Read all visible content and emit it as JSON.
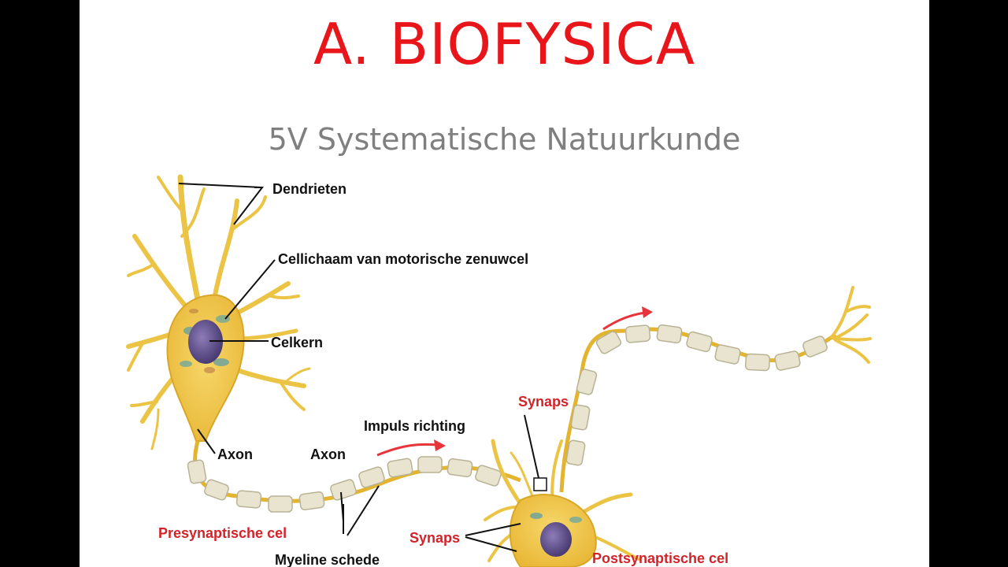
{
  "slide": {
    "title": "A. BIOFYSICA",
    "subtitle": "5V Systematische Natuurkunde"
  },
  "labels": {
    "dendrites": "Dendrieten",
    "cell_body": "Cellichaam van motorische zenuwcel",
    "nucleus": "Celkern",
    "axon_1": "Axon",
    "axon_2": "Axon",
    "impulse_direction": "Impuls richting",
    "synapse_top": "Synaps",
    "synapse_bottom": "Synaps",
    "presynaptic_cell": "Presynaptische cel",
    "postsynaptic_cell": "Postsynaptische cel",
    "myelin_sheath": "Myeline schede"
  },
  "colors": {
    "title": "#e8161b",
    "subtitle": "#7f7f7f",
    "label_red": "#d2232a",
    "neuron_fill": "#f2cb4d",
    "neuron_stroke": "#d9a628",
    "myelin_fill": "#e8e4cf",
    "nucleus": "#5b4a86",
    "arrow": "#e8343a"
  }
}
